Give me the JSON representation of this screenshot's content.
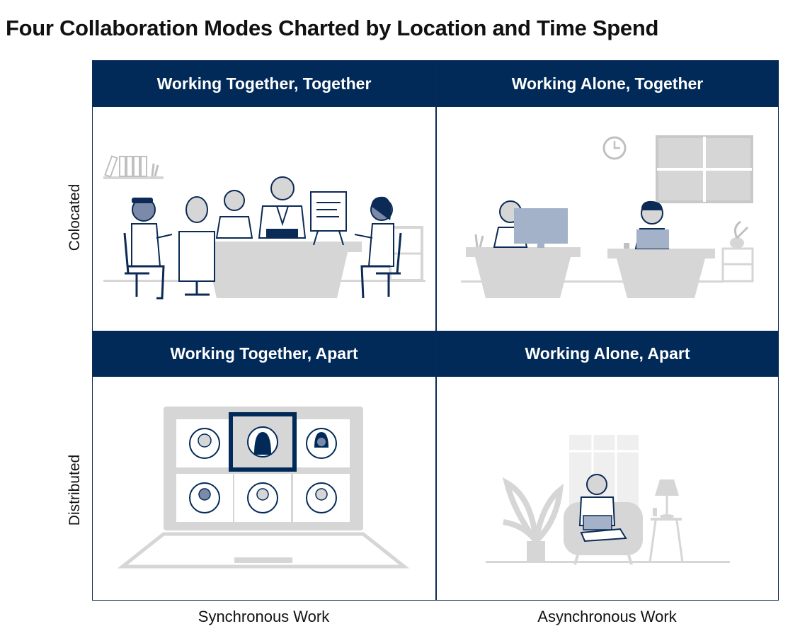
{
  "title": "Four Collaboration Modes Charted by Location and Time Spend",
  "quadrants": [
    {
      "label": "Working Together, Together",
      "illustration": "meeting-room-illustration"
    },
    {
      "label": "Working Alone, Together",
      "illustration": "shared-office-illustration"
    },
    {
      "label": "Working Together, Apart",
      "illustration": "video-call-illustration"
    },
    {
      "label": "Working Alone, Apart",
      "illustration": "home-remote-illustration"
    }
  ],
  "rows": [
    "Colocated",
    "Distributed"
  ],
  "columns": [
    "Synchronous Work",
    "Asynchronous Work"
  ],
  "colors": {
    "navy": "#012a58",
    "light_gray": "#d6d6d6",
    "slate": "#a3b1c9"
  }
}
